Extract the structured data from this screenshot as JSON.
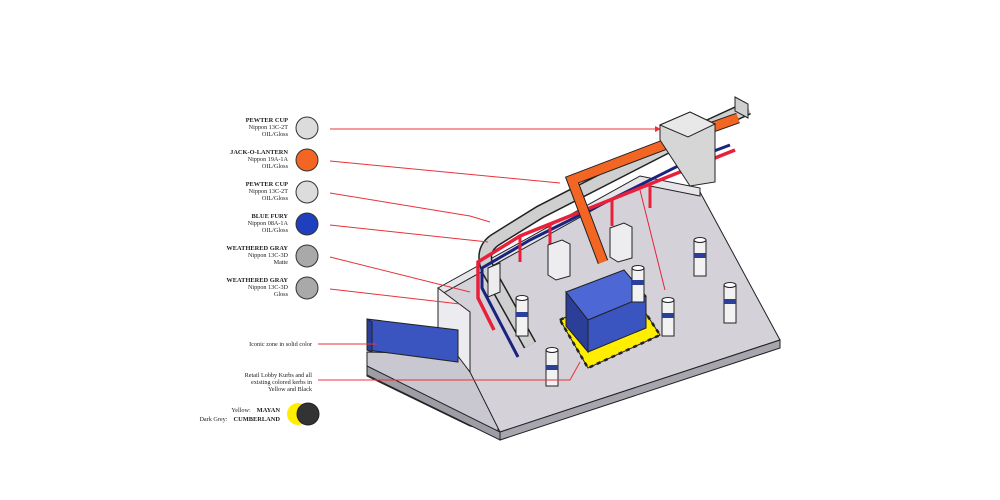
{
  "legend": [
    {
      "name": "PEWTER CUP",
      "code": "Nippon 13C-2T",
      "finish": "OIL/Gloss",
      "color": "#dcdcdc"
    },
    {
      "name": "JACK-O-LANTERN",
      "code": "Nippon 19A-1A",
      "finish": "OIL/Gloss",
      "color": "#f26522"
    },
    {
      "name": "PEWTER CUP",
      "code": "Nippon 13C-2T",
      "finish": "OIL/Gloss",
      "color": "#dcdcdc"
    },
    {
      "name": "BLUE FURY",
      "code": "Nippon 08A-1A",
      "finish": "OIL/Gloss",
      "color": "#1f3fbf"
    },
    {
      "name": "WEATHERED GRAY",
      "code": "Nippon 13C-3D",
      "finish": "Matte",
      "color": "#a9a9a9"
    },
    {
      "name": "WEATHERED GRAY",
      "code": "Nippon 13C-3D",
      "finish": "Gloss",
      "color": "#a9a9a9"
    }
  ],
  "notes": {
    "iconic_zone": "Iconic zone in solid color",
    "kerbs_line1": "Retail Lobby Kurbs and all",
    "kerbs_line2": "existing colored kerbs in",
    "kerbs_line3": "Yellow and Black"
  },
  "swatch": {
    "yellow_label": "Yellow:",
    "yellow_name": "MAYAN",
    "grey_label": "Dark Grey:",
    "grey_name": "CUMBERLAND",
    "yellow_color": "#ffee00",
    "grey_color": "#333333"
  },
  "colors": {
    "leader_line": "#e8333a",
    "floor": "#d4d2d8",
    "floor_side": "#bdbbc2",
    "blue_block": "#3a55c0",
    "orange_pipe": "#f26522",
    "red_pipe": "#e8203a",
    "navy_pipe": "#1a237e",
    "gray_pipe": "#cfcfcf"
  }
}
